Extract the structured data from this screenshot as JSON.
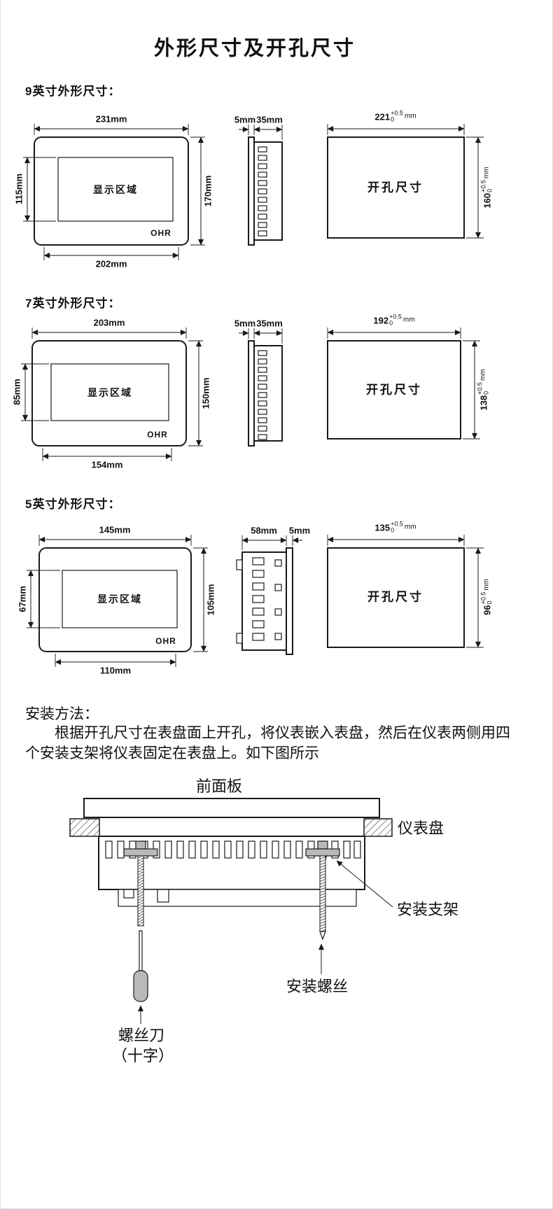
{
  "page": {
    "title": "外形尺寸及开孔尺寸"
  },
  "sections": [
    {
      "heading": "9英寸外形尺寸：",
      "front": {
        "display": "显示区域",
        "logo": "OHR",
        "top": "231mm",
        "right": "170mm",
        "left": "115mm",
        "bottom": "202mm"
      },
      "side": {
        "a": "5mm",
        "b": "35mm"
      },
      "cutout": {
        "label": "开孔尺寸",
        "w": {
          "v": "221",
          "p": "+0.5",
          "m": "0",
          "u": "mm"
        },
        "h": {
          "v": "160",
          "p": "+0.5",
          "m": "0",
          "u": "mm"
        }
      }
    },
    {
      "heading": "7英寸外形尺寸：",
      "front": {
        "display": "显示区域",
        "logo": "OHR",
        "top": "203mm",
        "right": "150mm",
        "left": "85mm",
        "bottom": "154mm"
      },
      "side": {
        "a": "5mm",
        "b": "35mm"
      },
      "cutout": {
        "label": "开孔尺寸",
        "w": {
          "v": "192",
          "p": "+0.5",
          "m": "0",
          "u": "mm"
        },
        "h": {
          "v": "138",
          "p": "+0.5",
          "m": "0",
          "u": "mm"
        }
      }
    },
    {
      "heading": "5英寸外形尺寸：",
      "front": {
        "display": "显示区域",
        "logo": "OHR",
        "top": "145mm",
        "right": "105mm",
        "left": "67mm",
        "bottom": "110mm"
      },
      "side": {
        "a": "58mm",
        "b": "5mm"
      },
      "cutout": {
        "label": "开孔尺寸",
        "w": {
          "v": "135",
          "p": "+0.5",
          "m": "0",
          "u": "mm"
        },
        "h": {
          "v": "96",
          "p": "+0.5",
          "m": "0",
          "u": "mm"
        }
      }
    }
  ],
  "install": {
    "heading": "安装方法：",
    "body1": "根据开孔尺寸在表盘面上开孔，将仪表嵌入表盘，然后在仪表两侧用四",
    "body2": "个安装支架将仪表固定在表盘上。如下图所示",
    "labels": {
      "front_panel": "前面板",
      "instrument_panel": "仪表盘",
      "bracket": "安装支架",
      "screw": "安装螺丝",
      "screwdriver1": "螺丝刀",
      "screwdriver2": "（十字）"
    }
  }
}
